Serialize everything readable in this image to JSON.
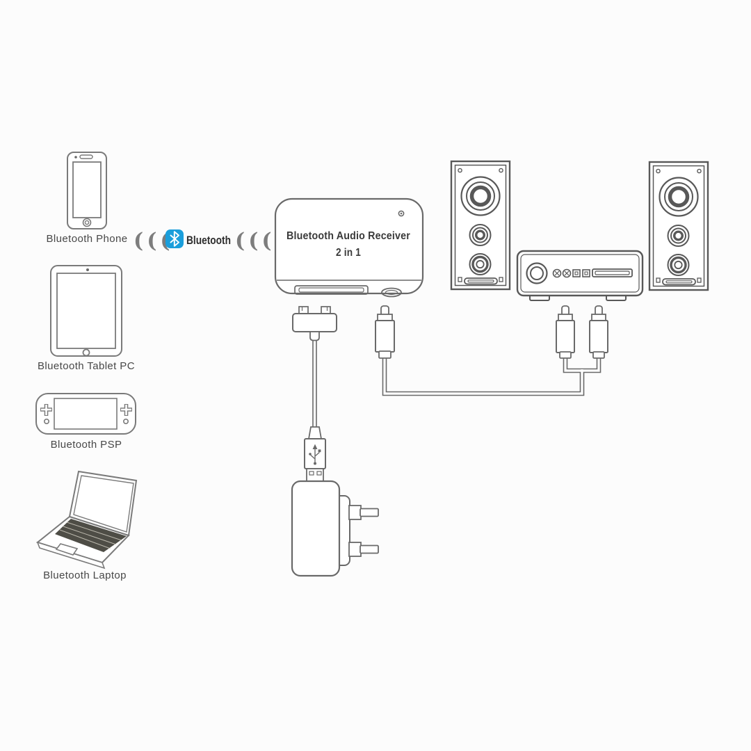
{
  "colors": {
    "background": "#fcfcfc",
    "line": "#7a7a7a",
    "line_mid": "#696969",
    "line_dark": "#585858",
    "label": "#474747",
    "text_dark": "#2d2d2d",
    "bluetooth_blue": "#1a9edb",
    "keyboard_fill": "#45433c"
  },
  "labels": {
    "phone": "Bluetooth Phone",
    "tablet": "Bluetooth Tablet PC",
    "psp": "Bluetooth PSP",
    "laptop": "Bluetooth Laptop"
  },
  "bluetooth": {
    "wordmark": "Bluetooth"
  },
  "waves": {
    "left": "(((",
    "right": "((("
  },
  "receiver": {
    "title": "Bluetooth Audio Receiver",
    "subtitle": "2 in 1"
  }
}
